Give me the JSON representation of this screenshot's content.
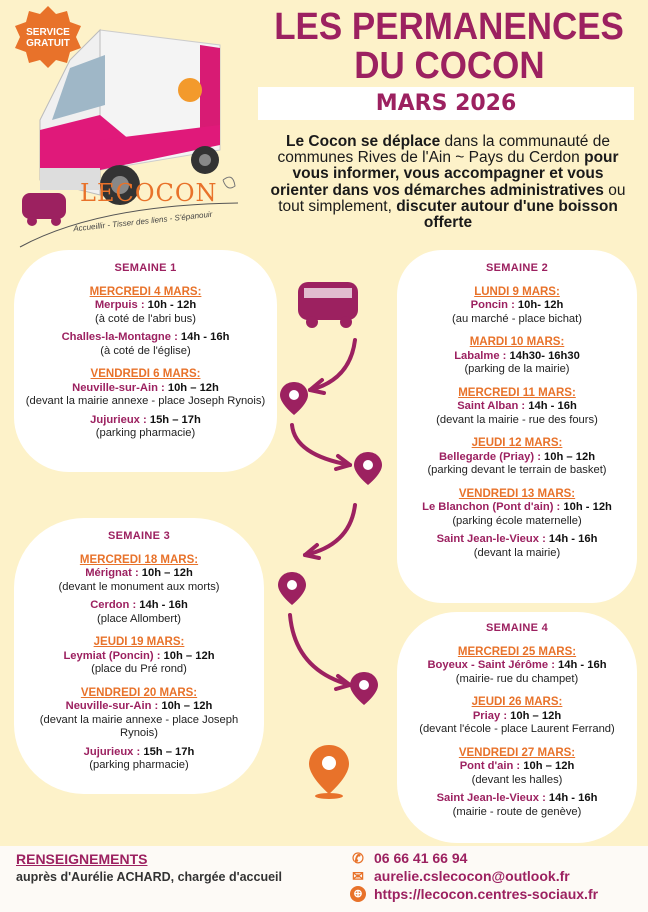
{
  "badge": {
    "line1": "SERVICE",
    "line2": "GRATUIT"
  },
  "logo": {
    "name": "LECOCON",
    "tagline": "Accueillir - Tisser des liens - S'épanouir"
  },
  "header": {
    "title_line1": "LES PERMANENCES",
    "title_line2": "DU COCON",
    "month": "MARS 2026"
  },
  "intro": {
    "b1": "Le Cocon se déplace",
    "t1": " dans la communauté de communes Rives de l'Ain ~ Pays du Cerdon ",
    "b2": "pour vous informer, vous accompagner et vous orienter dans vos démarches administratives",
    "t2": " ou tout simplement, ",
    "b3": "discuter autour d'une boisson offerte"
  },
  "weeks": [
    {
      "title": "SEMAINE 1",
      "days": [
        {
          "day": "MERCREDI 4 MARS:",
          "stops": [
            {
              "place": "Merpuis :",
              "time": " 10h - 12h",
              "note": "(à coté de l'abri bus)"
            },
            {
              "place": "Challes-la-Montagne :",
              "time": " 14h - 16h",
              "note": "(à coté de l'église)"
            }
          ]
        },
        {
          "day": "VENDREDI 6 MARS:",
          "stops": [
            {
              "place": "Neuville-sur-Ain :",
              "time": " 10h – 12h",
              "note": "(devant la mairie annexe - place Joseph Rynois)"
            },
            {
              "place": "Jujurieux :",
              "time": " 15h – 17h",
              "note": "(parking pharmacie)"
            }
          ]
        }
      ]
    },
    {
      "title": "SEMAINE 2",
      "days": [
        {
          "day": "LUNDI 9 MARS:",
          "stops": [
            {
              "place": "Poncin :",
              "time": " 10h- 12h",
              "note": "(au marché - place bichat)"
            }
          ]
        },
        {
          "day": "MARDI 10 MARS:",
          "stops": [
            {
              "place": "Labalme :",
              "time": " 14h30- 16h30",
              "note": "(parking de la mairie)"
            }
          ]
        },
        {
          "day": "MERCREDI 11 MARS:",
          "stops": [
            {
              "place": "Saint Alban :",
              "time": " 14h - 16h",
              "note": "(devant la mairie - rue des fours)"
            }
          ]
        },
        {
          "day": "JEUDI 12 MARS:",
          "stops": [
            {
              "place": "Bellegarde (Priay) :",
              "time": " 10h – 12h",
              "note": "(parking devant le terrain de basket)"
            }
          ]
        },
        {
          "day": "VENDREDI 13 MARS:",
          "stops": [
            {
              "place": "Le Blanchon (Pont d'ain) :",
              "time": " 10h - 12h",
              "note": "(parking école maternelle)"
            },
            {
              "place": "Saint Jean-le-Vieux :",
              "time": " 14h - 16h",
              "note": "(devant la mairie)"
            }
          ]
        }
      ]
    },
    {
      "title": "SEMAINE 3",
      "days": [
        {
          "day": "MERCREDI 18 MARS:",
          "stops": [
            {
              "place": "Mérignat :",
              "time": " 10h – 12h",
              "note": "(devant le monument aux morts)"
            },
            {
              "place": "Cerdon :",
              "time": " 14h - 16h",
              "note": "(place Allombert)"
            }
          ]
        },
        {
          "day": "JEUDI 19 MARS:",
          "stops": [
            {
              "place": "Leymiat (Poncin) :",
              "time": " 10h – 12h",
              "note": "(place du Pré rond)"
            }
          ]
        },
        {
          "day": "VENDREDI 20 MARS:",
          "stops": [
            {
              "place": "Neuville-sur-Ain :",
              "time": " 10h – 12h",
              "note": "(devant la mairie annexe - place Joseph Rynois)"
            },
            {
              "place": "Jujurieux :",
              "time": " 15h – 17h",
              "note": "(parking pharmacie)"
            }
          ]
        }
      ]
    },
    {
      "title": "SEMAINE 4",
      "days": [
        {
          "day": "MERCREDI 25 MARS:",
          "stops": [
            {
              "place": "Boyeux - Saint Jérôme :",
              "time": " 14h - 16h",
              "note": "(mairie- rue du champet)"
            }
          ]
        },
        {
          "day": "JEUDI 26 MARS:",
          "stops": [
            {
              "place": "Priay :",
              "time": " 10h – 12h",
              "note": "(devant l'école - place Laurent Ferrand)"
            }
          ]
        },
        {
          "day": "VENDREDI 27 MARS:",
          "stops": [
            {
              "place": "Pont d'ain :",
              "time": " 10h – 12h",
              "note": "(devant les halles)"
            },
            {
              "place": "Saint Jean-le-Vieux :",
              "time": " 14h - 16h",
              "note": "(mairie - route de genève)"
            }
          ]
        }
      ]
    }
  ],
  "footer": {
    "heading": "RENSEIGNEMENTS",
    "contact_person": "auprès d'Aurélie ACHARD, chargée d'accueil",
    "phone": "06 66 41 66 94",
    "email": "aurelie.cslecocon@outlook.fr",
    "website": "https://lecocon.centres-sociaux.fr"
  },
  "colors": {
    "magenta": "#9c2160",
    "orange": "#e8722a",
    "cream": "#fdf2c9"
  }
}
